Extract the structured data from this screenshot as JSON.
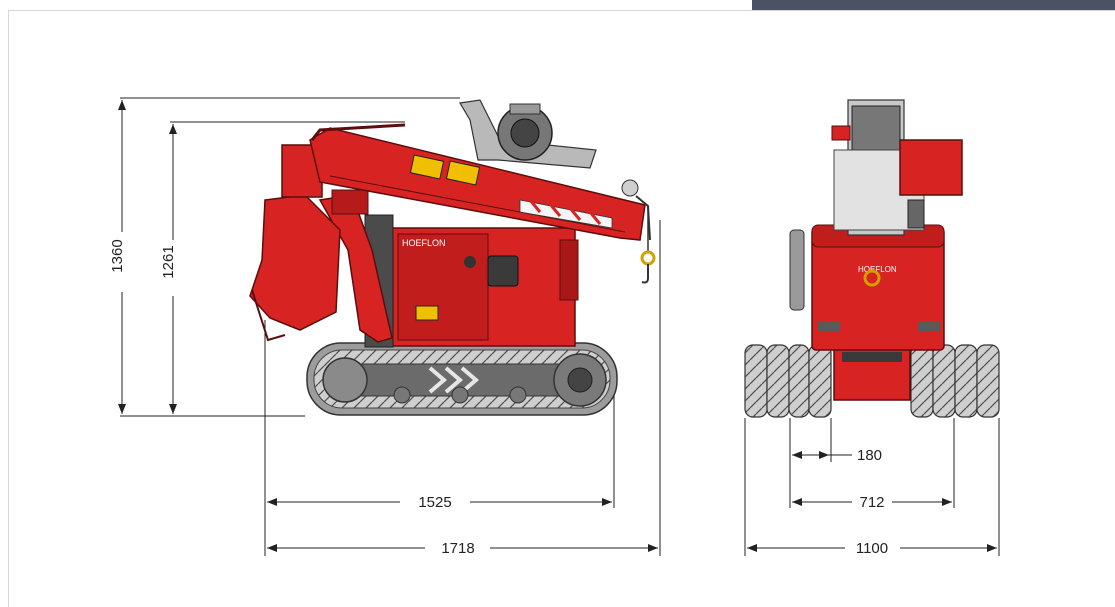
{
  "dimensions": {
    "total_height": "1360",
    "height_to_jib": "1261",
    "track_length": "1525",
    "total_length": "1718",
    "track_width": "180",
    "track_gauge": "712",
    "total_width": "1100"
  },
  "machine": {
    "brand_label": "HOEFLON",
    "body_color": "#d82323",
    "track_color": "#b9b9b9",
    "accent_color": "#f0c000"
  },
  "icons": {
    "warning": "warning-icon",
    "hook": "hook-icon"
  }
}
